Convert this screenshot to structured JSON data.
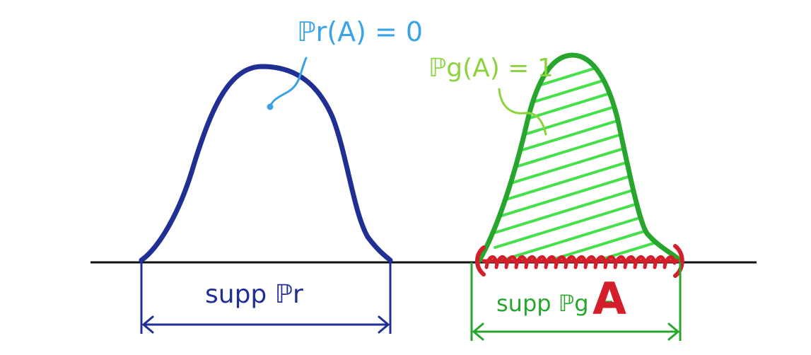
{
  "colors": {
    "background": "#ffffff",
    "axis": "#111111",
    "real": "#1f2f93",
    "real_note": "#3aa3e6",
    "generated": "#26a62c",
    "generated_note": "#8bd33f",
    "hatch": "#45e04a",
    "set_a": "#d41f2b"
  },
  "labels": {
    "pr_of_a": "ℙr(A) = 0",
    "pg_of_a": "ℙg(A) = 1",
    "supp_pr": "supp ℙr",
    "supp_pg": "supp ℙg =",
    "set_a": "A"
  }
}
